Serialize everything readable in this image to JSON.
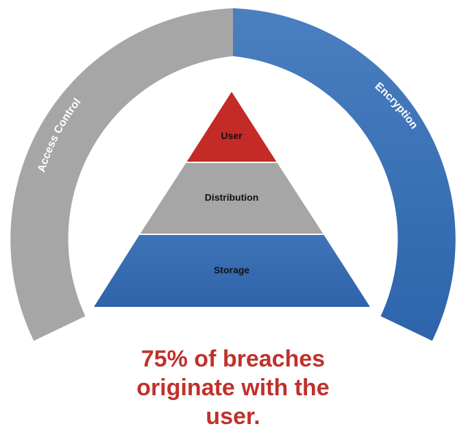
{
  "arcs": {
    "left": {
      "label": "Access Control",
      "color": "#a6a6a6"
    },
    "right": {
      "label": "Encryption",
      "color": "#3a73b5"
    }
  },
  "pyramid": {
    "tiers": [
      {
        "label": "User",
        "color": "#c42a26"
      },
      {
        "label": "Distribution",
        "color": "#a6a6a6"
      },
      {
        "label": "Storage",
        "color": "#3a6fb4"
      }
    ],
    "separator_color": "#ffffff"
  },
  "callout": {
    "lines": [
      "75% of breaches",
      "originate with the",
      "user."
    ],
    "color": "#c0312b"
  }
}
